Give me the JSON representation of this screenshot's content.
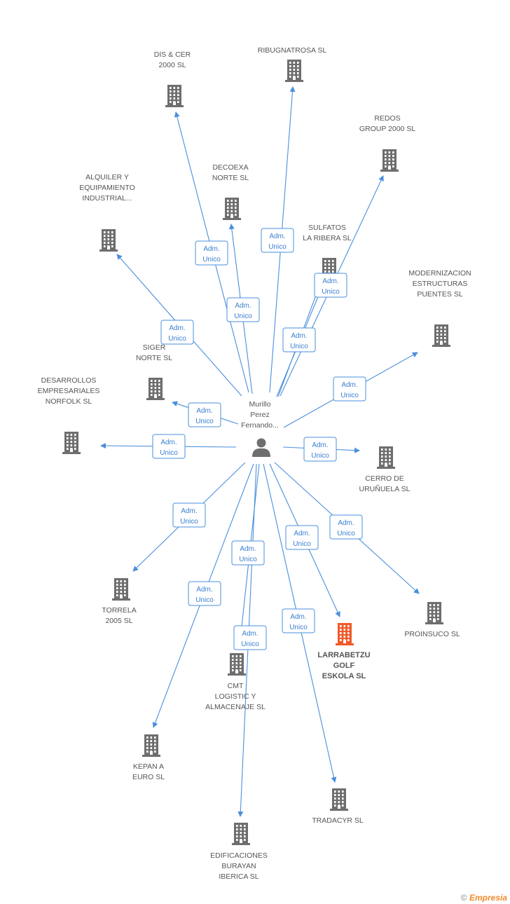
{
  "colors": {
    "edge": "#4a8fdc",
    "building": "#6e6e6e",
    "building_main": "#f05a2a",
    "person": "#6e6e6e"
  },
  "center": {
    "name_lines": [
      "Murillo",
      "Perez",
      "Fernando..."
    ],
    "icon": "person-icon"
  },
  "role_lines": [
    "Adm.",
    "Unico"
  ],
  "companies": [
    {
      "id": "ribugnatrosa",
      "lines": [
        "RIBUGNATROSA SL"
      ],
      "main": false
    },
    {
      "id": "dis-cer",
      "lines": [
        "DIS & CER",
        "2000 SL"
      ],
      "main": false
    },
    {
      "id": "redos",
      "lines": [
        "REDOS",
        "GROUP 2000 SL"
      ],
      "main": false
    },
    {
      "id": "decoexa",
      "lines": [
        "DECOEXA",
        "NORTE SL"
      ],
      "main": false
    },
    {
      "id": "alquiler",
      "lines": [
        "ALQUILER Y",
        "EQUIPAMIENTO",
        "INDUSTRIAL..."
      ],
      "main": false
    },
    {
      "id": "sulfatos",
      "lines": [
        "SULFATOS",
        "LA RIBERA  SL"
      ],
      "main": false
    },
    {
      "id": "modernizacion",
      "lines": [
        "MODERNIZACION",
        "ESTRUCTURAS",
        "PUENTES SL"
      ],
      "main": false
    },
    {
      "id": "siger",
      "lines": [
        "SIGER",
        "NORTE SL"
      ],
      "main": false
    },
    {
      "id": "desarrollos",
      "lines": [
        "DESARROLLOS",
        "EMPRESARIALES",
        "NORFOLK SL"
      ],
      "main": false
    },
    {
      "id": "cerro",
      "lines": [
        "CERRO DE",
        "URUÑUELA SL"
      ],
      "main": false
    },
    {
      "id": "torrela",
      "lines": [
        "TORRELA",
        "2005 SL"
      ],
      "main": false
    },
    {
      "id": "proinsuco",
      "lines": [
        "PROINSUCO SL"
      ],
      "main": false
    },
    {
      "id": "larrabetzu",
      "lines": [
        "LARRABETZU",
        "GOLF",
        "ESKOLA SL"
      ],
      "main": true
    },
    {
      "id": "cmt",
      "lines": [
        "CMT",
        "LOGISTIC Y",
        "ALMACENAJE SL"
      ],
      "main": false
    },
    {
      "id": "kepan",
      "lines": [
        "KEPAN A",
        "EURO SL"
      ],
      "main": false
    },
    {
      "id": "tradacyr",
      "lines": [
        "TRADACYR SL"
      ],
      "main": false
    },
    {
      "id": "edificaciones",
      "lines": [
        "EDIFICACIONES",
        "BURAYAN",
        "IBERICA SL"
      ],
      "main": false
    }
  ],
  "footer": {
    "copyright": "©",
    "brand": "Empresia"
  }
}
